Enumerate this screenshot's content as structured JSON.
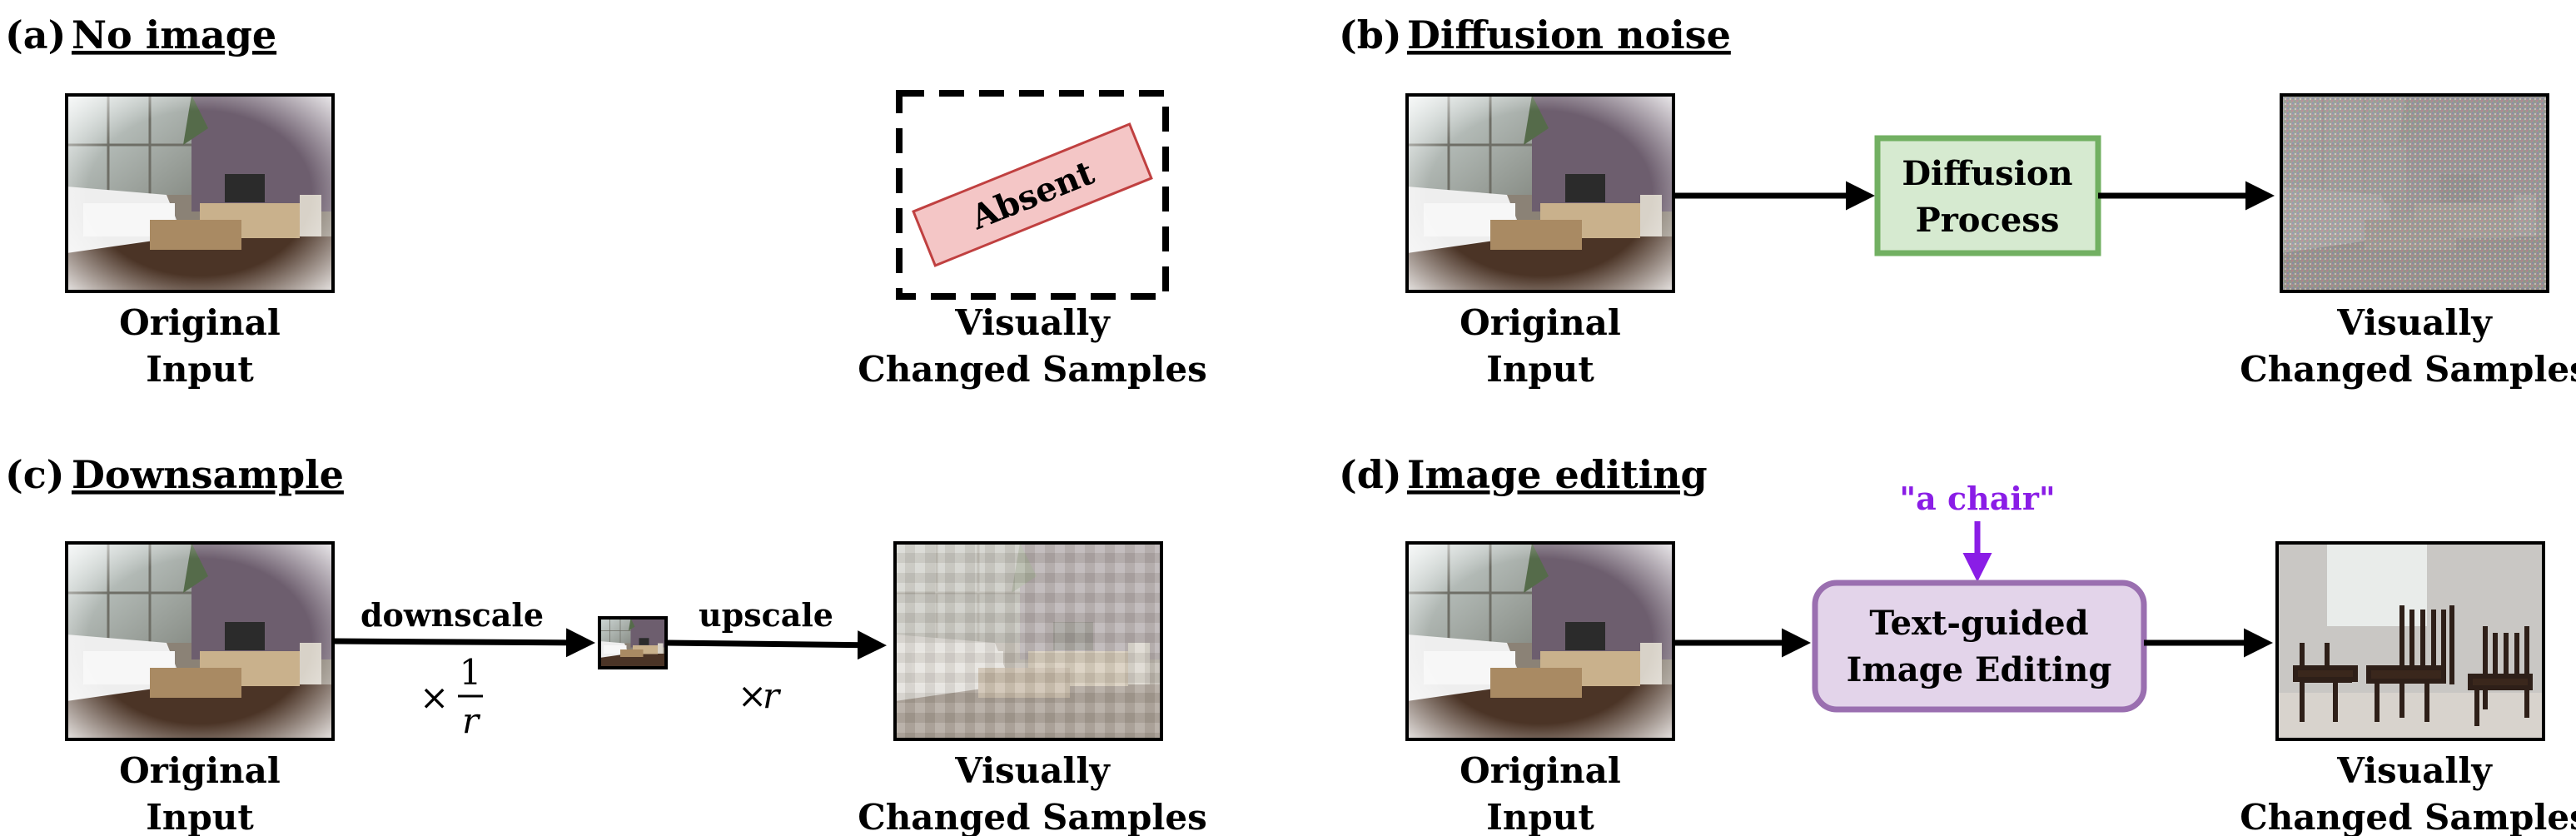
{
  "panels": {
    "a": {
      "label": "(a)",
      "title": "No image",
      "absent_label": "Absent",
      "input_caption": [
        "Original",
        "Input"
      ],
      "output_caption": [
        "Visually",
        "Changed Samples"
      ]
    },
    "b": {
      "label": "(b)",
      "title": "Diffusion noise",
      "process_label": [
        "Diffusion",
        "Process"
      ],
      "input_caption": [
        "Original",
        "Input"
      ],
      "output_caption": [
        "Visually",
        "Changed Samples"
      ]
    },
    "c": {
      "label": "(c)",
      "title": "Downsample",
      "downscale_label": "downscale",
      "downscale_factor": {
        "times": "×",
        "numerator": "1",
        "denominator": "r"
      },
      "upscale_label": "upscale",
      "upscale_factor": {
        "times": "×",
        "var": "r"
      },
      "input_caption": [
        "Original",
        "Input"
      ],
      "output_caption": [
        "Visually",
        "Changed Samples"
      ]
    },
    "d": {
      "label": "(d)",
      "title": "Image editing",
      "prompt": "\"a chair\"",
      "process_label": [
        "Text-guided",
        "Image Editing"
      ],
      "input_caption": [
        "Original",
        "Input"
      ],
      "output_caption": [
        "Visually",
        "Changed Samples"
      ]
    }
  },
  "colors": {
    "absent_fill": "#f4c6c6",
    "absent_stroke": "#c04040",
    "diffusion_fill": "#d6ead0",
    "diffusion_stroke": "#72b062",
    "editing_fill": "#e3d4ea",
    "editing_stroke": "#9a6fb0",
    "prompt_color": "#8a1de6"
  }
}
